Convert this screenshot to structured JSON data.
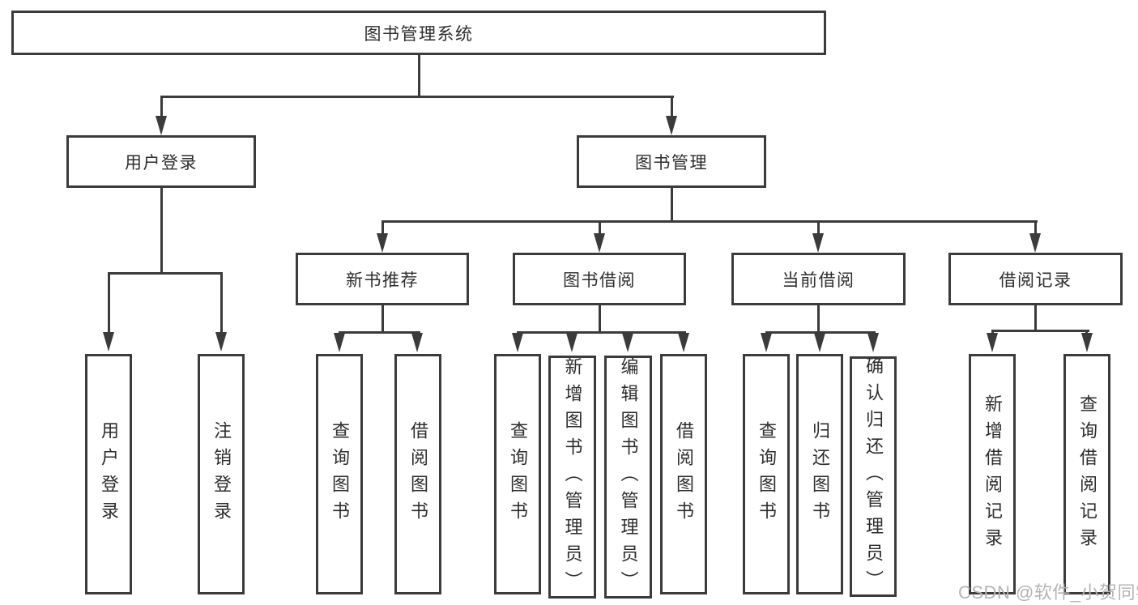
{
  "tree": {
    "label": "图书管理系统",
    "children": [
      {
        "label": "用户登录",
        "children": [
          {
            "label": "用户登录"
          },
          {
            "label": "注销登录"
          }
        ]
      },
      {
        "label": "图书管理",
        "children": [
          {
            "label": "新书推荐",
            "children": [
              {
                "label": "查询图书"
              },
              {
                "label": "借阅图书"
              }
            ]
          },
          {
            "label": "图书借阅",
            "children": [
              {
                "label": "查询图书"
              },
              {
                "label": "新增图书（管理员）"
              },
              {
                "label": "编辑图书（管理员）"
              },
              {
                "label": "借阅图书"
              }
            ]
          },
          {
            "label": "当前借阅",
            "children": [
              {
                "label": "查询图书"
              },
              {
                "label": "归还图书"
              },
              {
                "label": "确认归还（管理员）"
              }
            ]
          },
          {
            "label": "借阅记录",
            "children": [
              {
                "label": "新增借阅记录"
              },
              {
                "label": "查询借阅记录"
              }
            ]
          }
        ]
      }
    ]
  },
  "watermark": {
    "text": "CSDN @软件_小贺同学"
  },
  "colors": {
    "line": "#3b3b3b",
    "text": "#2d2d2d",
    "background": "#ffffff",
    "watermark": "#b4b4b4"
  }
}
